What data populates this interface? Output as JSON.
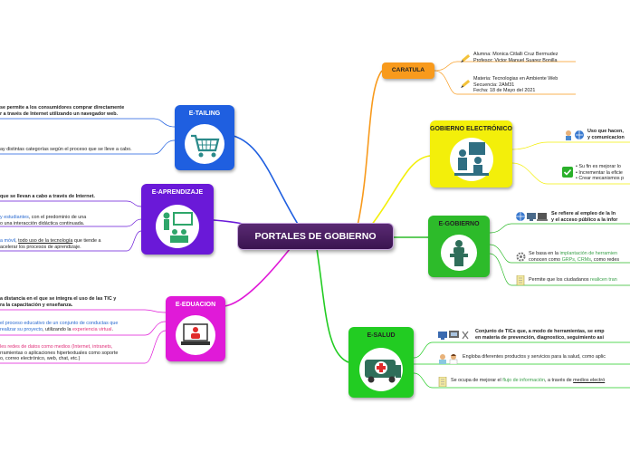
{
  "central": "PORTALES DE GOBIERNO",
  "caratula": {
    "title": "CARATULA",
    "item1": [
      "Alumna: Monica Citlalli Cruz Bermudez",
      "Profesor: Victor Manuel Suarez Bonilla"
    ],
    "item2": [
      "Materia: Tecnologias en Ambiente Web",
      "Secuencia: 2AM31",
      "Fecha: 18 de Mayo del 2021"
    ]
  },
  "etailing": {
    "title": "E-TAILING",
    "text1": [
      "se permite a los consumidores comprar directamente",
      "r a través de Internet utilizando un navegador web."
    ],
    "text2": "ay distintas categorías según el proceso que se lleve a cabo."
  },
  "eaprendizaje": {
    "title": "E-APRENDIZAJE",
    "text1": "que se llevan a cabo a través de Internet.",
    "text2a": "y estudiantes",
    "text2b": ", con el predominio de una",
    "text2c": "o una interacción didáctica continuada.",
    "text3a": "a móvil",
    "text3b": ", ",
    "text3c": "todo uso de la tecnología",
    "text3d": " que tiende a",
    "text3e": "acelerar los procesos de aprendizaje."
  },
  "eeducacion": {
    "title": "E-EDUACION",
    "text1": [
      "a distancia en el que se integra el uso de las TIC y",
      "ra la capacitación y enseñanza."
    ],
    "text2a": "el proceso educativo de un conjunto de conductas que",
    "text2b": "realizar su proyecto",
    "text2c": ", utilizando la ",
    "text2d": "experiencia virtual",
    "text2e": ".",
    "text3a": "les redes de datos como medios (Internet, intranets,",
    "text3b": "rramientas o aplicaciones hipertextuales como soporte",
    "text3c": "o, correo electrónico, web, chat, etc.)"
  },
  "gobierno_electronico": {
    "title": "GOBIERNO ELECTRÓNICO",
    "text1": [
      "Uso que hacen,",
      "y comunicacion"
    ],
    "bullets": [
      "• Su fin es mejorar lo",
      "• Incrementar la eficie",
      "• Crear mecanismos p"
    ]
  },
  "egobierno": {
    "title": "E-GOBIERNO",
    "text1": [
      "Se refiere al empleo de la In",
      "y el acceso público a la infor"
    ],
    "text2a": "Se basa en la ",
    "text2b": "implantación de herramien",
    "text2c": "conocen como ",
    "text2d": "GRPs, CRMs",
    "text2e": ", como redes",
    "text3a": "Permite que los ciudadanos ",
    "text3b": "realicen tran"
  },
  "esalud": {
    "title": "E-SALUD",
    "text1": [
      "Conjunto de TICs que, a modo de herramientas, se emp",
      "en materia de prevención, diagnostico, seguimiento asi"
    ],
    "text2": "Engloba diferentes productos y servicios para la salud, como aplic",
    "text3a": "Se ocupa de mejorar el ",
    "text3b": "flujo de información",
    "text3c": ", a través de ",
    "text3d": "medios electró"
  },
  "colors": {
    "etailing": "#1f5fe0",
    "eaprendizaje": "#6a19d8",
    "eeducacion": "#e01ad8",
    "gobierno_electronico": "#f3ef0a",
    "egobierno": "#2dbb2a",
    "esalud": "#22cc22",
    "caratula": "#f89a1c",
    "central": "#4b1d62"
  }
}
